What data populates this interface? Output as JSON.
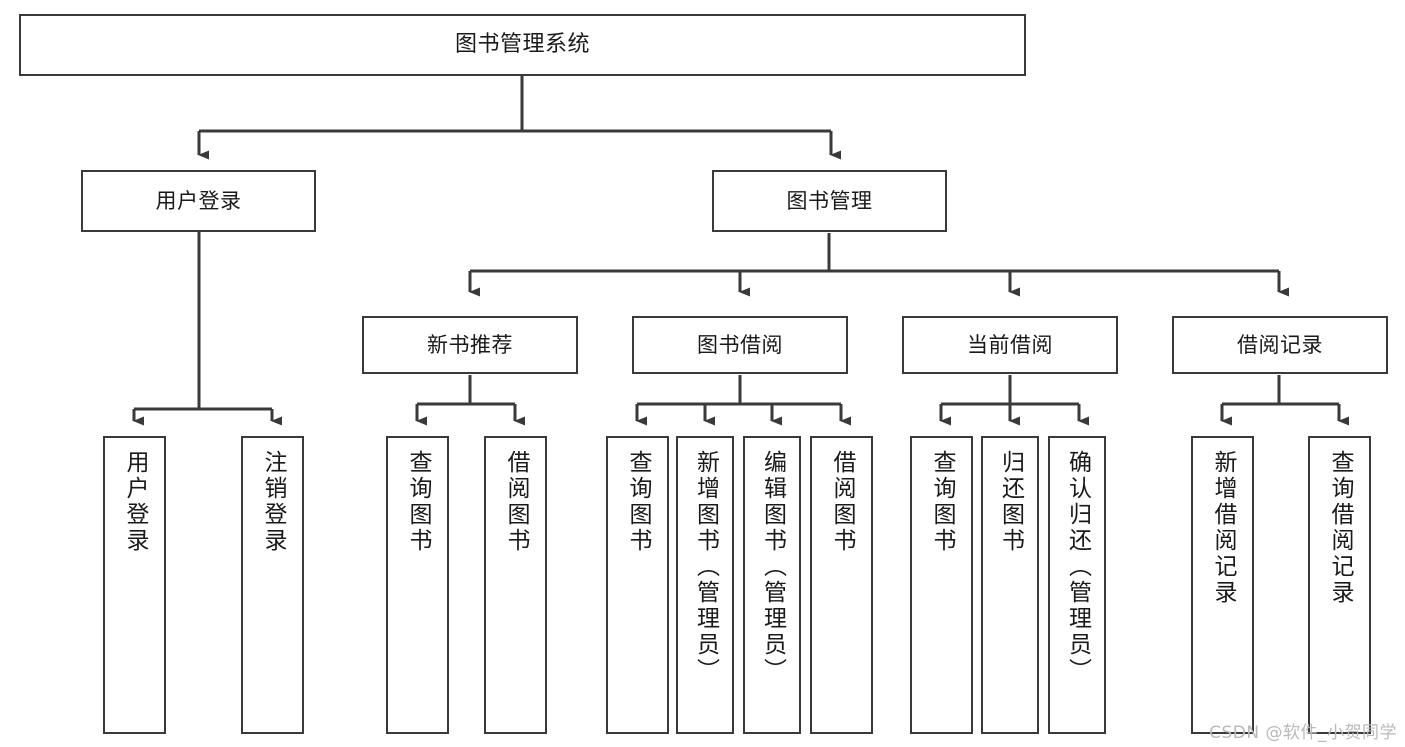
{
  "diagram": {
    "title": "图书管理系统",
    "type": "tree-hierarchy-chart",
    "watermark": "CSDN @软件_小贺同学",
    "colors": {
      "box_border": "#3a3a3a",
      "box_fill": "#ffffff",
      "edge": "#3a3a3a",
      "text": "#1a1a1a",
      "watermark": "#b9b9b9",
      "background": "#ffffff"
    },
    "root": {
      "label": "图书管理系统"
    },
    "level1": [
      {
        "label": "用户登录"
      },
      {
        "label": "图书管理"
      }
    ],
    "level2": [
      {
        "label": "新书推荐"
      },
      {
        "label": "图书借阅"
      },
      {
        "label": "当前借阅"
      },
      {
        "label": "借阅记录"
      }
    ],
    "leaves": {
      "user_login": [
        {
          "label": "用户登录"
        },
        {
          "label": "注销登录"
        }
      ],
      "new_book_recommend": [
        {
          "label": "查询图书"
        },
        {
          "label": "借阅图书"
        }
      ],
      "book_borrow": [
        {
          "label": "查询图书"
        },
        {
          "label": "新增图书（管理员）"
        },
        {
          "label": "编辑图书（管理员）"
        },
        {
          "label": "借阅图书"
        }
      ],
      "current_borrow": [
        {
          "label": "查询图书"
        },
        {
          "label": "归还图书"
        },
        {
          "label": "确认归还（管理员）"
        }
      ],
      "borrow_record": [
        {
          "label": "新增借阅记录"
        },
        {
          "label": "查询借阅记录"
        }
      ]
    }
  }
}
